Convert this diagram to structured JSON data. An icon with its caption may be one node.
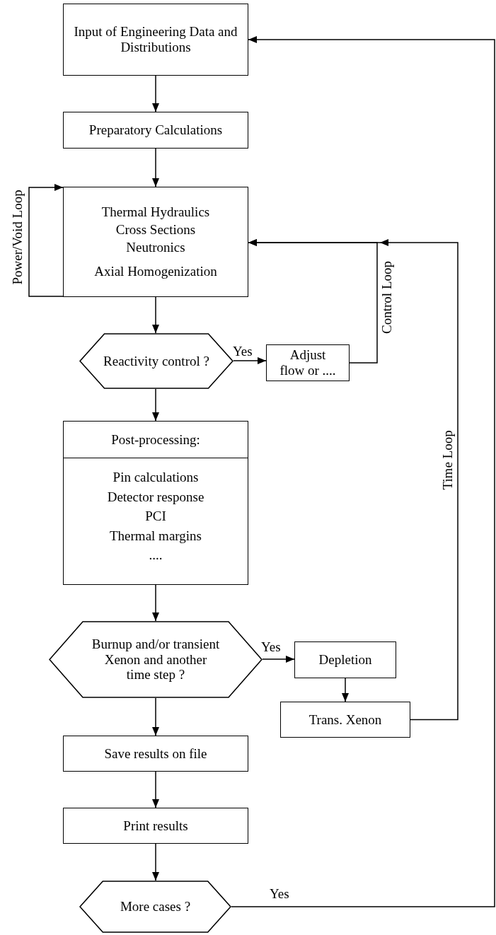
{
  "diagram": {
    "nodes": [
      {
        "text": [
          "Input of Engineering Data and Distributions"
        ]
      },
      {
        "text": [
          "Preparatory Calculations"
        ]
      },
      {
        "text": [
          "Thermal Hydraulics",
          "Cross Sections",
          "Neutronics",
          "Axial Homogenization"
        ]
      },
      {
        "text": [
          "Reactivity control ?"
        ]
      },
      {
        "text": [
          "Adjust flow or ...."
        ]
      },
      {
        "text": [
          "Post-processing:",
          "Pin calculations",
          "Detector response",
          "PCI",
          "Thermal margins",
          "...."
        ]
      },
      {
        "text": [
          "Burnup and/or transient Xenon and another time step ?"
        ]
      },
      {
        "text": [
          "Depletion"
        ]
      },
      {
        "text": [
          "Trans. Xenon"
        ]
      },
      {
        "text": [
          "Save results on file"
        ]
      },
      {
        "text": [
          "Print results"
        ]
      },
      {
        "text": [
          "More cases ?"
        ]
      }
    ],
    "edges": [
      {
        "from": 0,
        "to": 1,
        "arrow": "to"
      },
      {
        "from": 1,
        "to": 2,
        "arrow": "to"
      },
      {
        "from": 2,
        "to": 2,
        "arrow": "to",
        "label": "Power/Void Loop"
      },
      {
        "from": 2,
        "to": 3,
        "arrow": "to"
      },
      {
        "from": 3,
        "to": 4,
        "arrow": "to",
        "label": "Yes"
      },
      {
        "from": 4,
        "to": 2,
        "arrow": "to",
        "label": "Control Loop"
      },
      {
        "from": 3,
        "to": 5,
        "arrow": "to"
      },
      {
        "from": 5,
        "to": 6,
        "arrow": "to"
      },
      {
        "from": 6,
        "to": 7,
        "arrow": "to",
        "label": "Yes"
      },
      {
        "from": 7,
        "to": 8,
        "arrow": "to"
      },
      {
        "from": 8,
        "to": 2,
        "arrow": "to",
        "label": "Time Loop"
      },
      {
        "from": 6,
        "to": 9,
        "arrow": "to"
      },
      {
        "from": 9,
        "to": 10,
        "arrow": "to"
      },
      {
        "from": 10,
        "to": 11,
        "arrow": "to"
      },
      {
        "from": 11,
        "to": 0,
        "arrow": "to",
        "label": "Yes"
      }
    ]
  }
}
